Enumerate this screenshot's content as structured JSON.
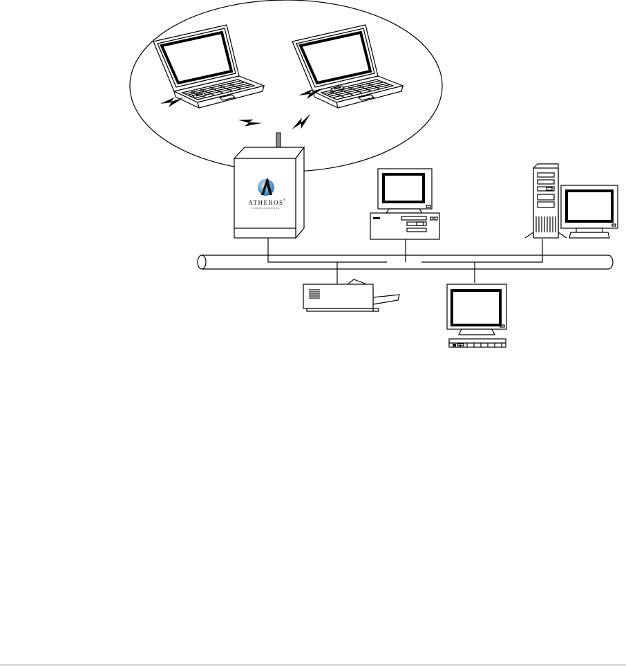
{
  "access_point": {
    "logo_text": "ATHEROS",
    "logo_registered": "®",
    "logo_subtext": "Communications",
    "logo_colors": {
      "sphere_light": "#cfe6f6",
      "sphere_dark": "#1f6fb4"
    }
  },
  "devices": [
    {
      "name": "wireless-laptop-left",
      "icon": "laptop-icon"
    },
    {
      "name": "wireless-laptop-right",
      "icon": "laptop-icon"
    },
    {
      "name": "access-point",
      "icon": "access-point-icon"
    },
    {
      "name": "desktop-computer",
      "icon": "desktop-computer-icon"
    },
    {
      "name": "tower-server",
      "icon": "tower-server-icon"
    },
    {
      "name": "printer",
      "icon": "printer-icon"
    },
    {
      "name": "workstation",
      "icon": "workstation-icon"
    }
  ]
}
